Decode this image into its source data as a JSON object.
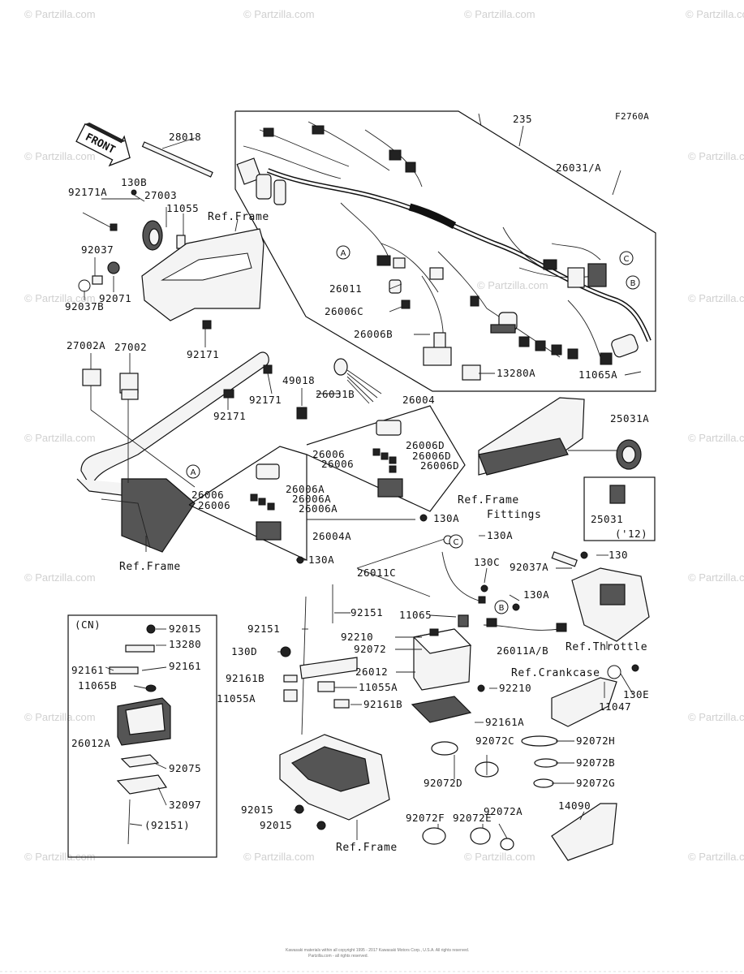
{
  "figure_code": "F2760A",
  "front_label": "FRONT",
  "watermark": "© Partzilla.com",
  "callouts": [
    "A",
    "B",
    "C"
  ],
  "part_labels": {
    "p28018": "28018",
    "p92171A": "92171A",
    "p130B": "130B",
    "p27003": "27003",
    "p11055": "11055",
    "p92037": "92037",
    "p92071": "92071",
    "p92037B": "92037B",
    "p27002A": "27002A",
    "p27002": "27002",
    "p92171_a": "92171",
    "p92171_b": "92171",
    "p92171_c": "92171",
    "p235": "235",
    "p26031A": "26031/A",
    "p26011": "26011",
    "p26006C": "26006C",
    "p26006B": "26006B",
    "p13280A": "13280A",
    "p11065A": "11065A",
    "p49018": "49018",
    "p26031B": "26031B",
    "p26004": "26004",
    "p26006_1": "26006",
    "p26006_2": "26006",
    "p26006D_1": "26006D",
    "p26006D_2": "26006D",
    "p26006D_3": "26006D",
    "p26006_3": "26006",
    "p26006_4": "26006",
    "p26006A_1": "26006A",
    "p26006A_2": "26006A",
    "p26006A_3": "26006A",
    "p130A_1": "130A",
    "p26004A": "26004A",
    "p130A_2": "130A",
    "p25031A": "25031A",
    "p25031": "25031",
    "p25031_note": "('12)",
    "p130A_3": "130A",
    "p130": "130",
    "p92037A": "92037A",
    "p26011C": "26011C",
    "p130C": "130C",
    "p130A_4": "130A",
    "p92151_1": "92151",
    "p92151_2": "92151",
    "p11065": "11065",
    "p92210_1": "92210",
    "p130D": "130D",
    "p92072": "92072",
    "p26011AB": "26011A/B",
    "p92161B_1": "92161B",
    "p26012": "26012",
    "p11055A_1": "11055A",
    "p11055A_2": "11055A",
    "p92210_2": "92210",
    "p92161B_2": "92161B",
    "p92161A": "92161A",
    "p11047": "11047",
    "p130E": "130E",
    "p92072C": "92072C",
    "p92072H": "92072H",
    "p92072B": "92072B",
    "p92072D": "92072D",
    "p92072G": "92072G",
    "p92015_1": "92015",
    "p92015_2": "92015",
    "p92072F": "92072F",
    "p92072E": "92072E",
    "p92072A": "92072A",
    "p14090": "14090",
    "cn_title": "(CN)",
    "cn_92015": "92015",
    "cn_13280": "13280",
    "cn_92161_1": "92161",
    "cn_92161_2": "92161",
    "cn_11065B": "11065B",
    "cn_26012A": "26012A",
    "cn_92075": "92075",
    "cn_32097": "32097",
    "cn_92151": "(92151)"
  },
  "ref_labels": {
    "frame_top": "Ref.Frame",
    "frame_mid": "Ref.Frame",
    "frame_fittings_1": "Ref.Frame",
    "frame_fittings_2": "Fittings",
    "throttle": "Ref.Throttle",
    "crankcase": "Ref.Crankcase",
    "frame_bottom": "Ref.Frame"
  },
  "footer_line1": "Kawasaki materials within all copyright 1995 - 2017 Kawasaki Motors Corp., U.S.A. All rights reserved.",
  "footer_line2": "Partzilla.com - all rights reserved."
}
